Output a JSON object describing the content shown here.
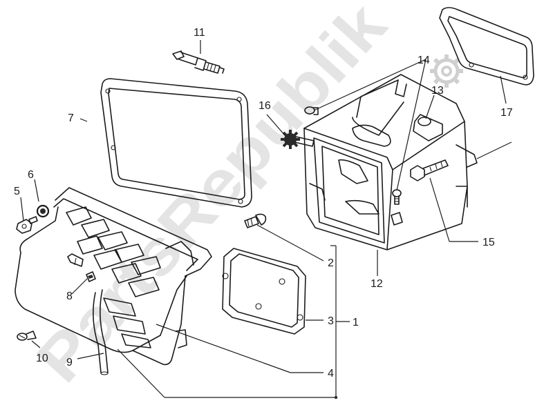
{
  "watermark": "PartsRepublik",
  "callouts": {
    "c1": "1",
    "c2": "2",
    "c3": "3",
    "c4": "4",
    "c5": "5",
    "c6": "6",
    "c7": "7",
    "c8": "8",
    "c9": "9",
    "c10": "10",
    "c11": "11",
    "c12": "12",
    "c13": "13",
    "c14": "14",
    "c15": "15",
    "c16": "16",
    "c17": "17"
  },
  "icons": {
    "watermark_gear": "gear-icon"
  }
}
